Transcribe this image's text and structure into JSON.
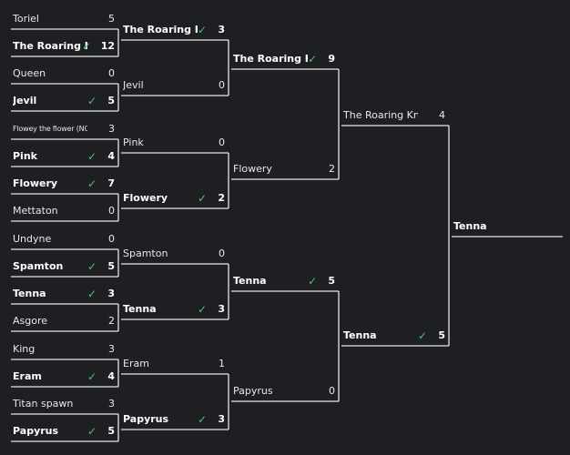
{
  "check_glyph": "✓",
  "colors": {
    "background": "#1e1f23",
    "line": "#e6e6e6",
    "check": "#4cc26a"
  },
  "rounds": [
    {
      "matches": [
        {
          "a": {
            "name": "Toriel",
            "score": "5",
            "winner": false
          },
          "b": {
            "name": "The Roaring Knight",
            "score": "12",
            "winner": true
          }
        },
        {
          "a": {
            "name": "Queen",
            "score": "0",
            "winner": false
          },
          "b": {
            "name": "Jevil",
            "score": "5",
            "winner": true
          }
        },
        {
          "a": {
            "name": "Flowey the flower (NO SOULS)",
            "score": "3",
            "winner": false
          },
          "b": {
            "name": "Pink",
            "score": "4",
            "winner": true
          }
        },
        {
          "a": {
            "name": "Flowery",
            "score": "7",
            "winner": true
          },
          "b": {
            "name": "Mettaton",
            "score": "0",
            "winner": false
          }
        },
        {
          "a": {
            "name": "Undyne",
            "score": "0",
            "winner": false
          },
          "b": {
            "name": "Spamton",
            "score": "5",
            "winner": true
          }
        },
        {
          "a": {
            "name": "Tenna",
            "score": "3",
            "winner": true
          },
          "b": {
            "name": "Asgore",
            "score": "2",
            "winner": false
          }
        },
        {
          "a": {
            "name": "King",
            "score": "3",
            "winner": false
          },
          "b": {
            "name": "Eram",
            "score": "4",
            "winner": true
          }
        },
        {
          "a": {
            "name": "Titan spawn",
            "score": "3",
            "winner": false
          },
          "b": {
            "name": "Papyrus",
            "score": "5",
            "winner": true
          }
        }
      ]
    },
    {
      "matches": [
        {
          "a": {
            "name": "The Roaring Knight",
            "score": "3",
            "winner": true
          },
          "b": {
            "name": "Jevil",
            "score": "0",
            "winner": false
          }
        },
        {
          "a": {
            "name": "Pink",
            "score": "0",
            "winner": false
          },
          "b": {
            "name": "Flowery",
            "score": "2",
            "winner": true
          }
        },
        {
          "a": {
            "name": "Spamton",
            "score": "0",
            "winner": false
          },
          "b": {
            "name": "Tenna",
            "score": "3",
            "winner": true
          }
        },
        {
          "a": {
            "name": "Eram",
            "score": "1",
            "winner": false
          },
          "b": {
            "name": "Papyrus",
            "score": "3",
            "winner": true
          }
        }
      ]
    },
    {
      "matches": [
        {
          "a": {
            "name": "The Roaring Knight",
            "score": "9",
            "winner": true
          },
          "b": {
            "name": "Flowery",
            "score": "2",
            "winner": false
          }
        },
        {
          "a": {
            "name": "Tenna",
            "score": "5",
            "winner": true
          },
          "b": {
            "name": "Papyrus",
            "score": "0",
            "winner": false
          }
        }
      ]
    },
    {
      "matches": [
        {
          "a": {
            "name": "The Roaring Knight",
            "score": "4",
            "winner": false
          },
          "b": {
            "name": "Tenna",
            "score": "5",
            "winner": true
          }
        }
      ]
    }
  ],
  "champion": {
    "name": "Tenna"
  }
}
